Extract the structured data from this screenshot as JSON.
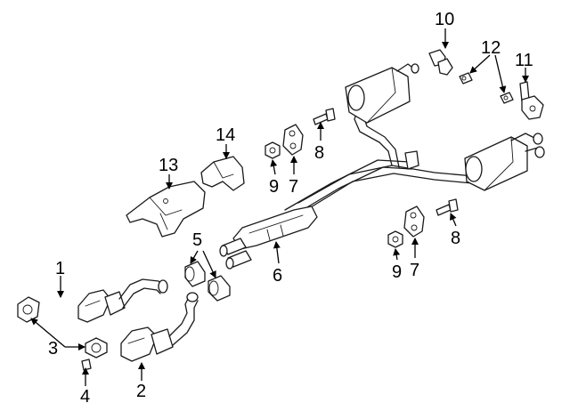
{
  "callouts": [
    {
      "id": "1",
      "text": "1"
    },
    {
      "id": "2",
      "text": "2"
    },
    {
      "id": "3",
      "text": "3"
    },
    {
      "id": "4",
      "text": "4"
    },
    {
      "id": "5",
      "text": "5"
    },
    {
      "id": "6",
      "text": "6"
    },
    {
      "id": "7a",
      "text": "7"
    },
    {
      "id": "7b",
      "text": "7"
    },
    {
      "id": "8a",
      "text": "8"
    },
    {
      "id": "8b",
      "text": "8"
    },
    {
      "id": "9a",
      "text": "9"
    },
    {
      "id": "9b",
      "text": "9"
    },
    {
      "id": "10",
      "text": "10"
    },
    {
      "id": "11",
      "text": "11"
    },
    {
      "id": "12",
      "text": "12"
    },
    {
      "id": "13",
      "text": "13"
    },
    {
      "id": "14",
      "text": "14"
    }
  ]
}
